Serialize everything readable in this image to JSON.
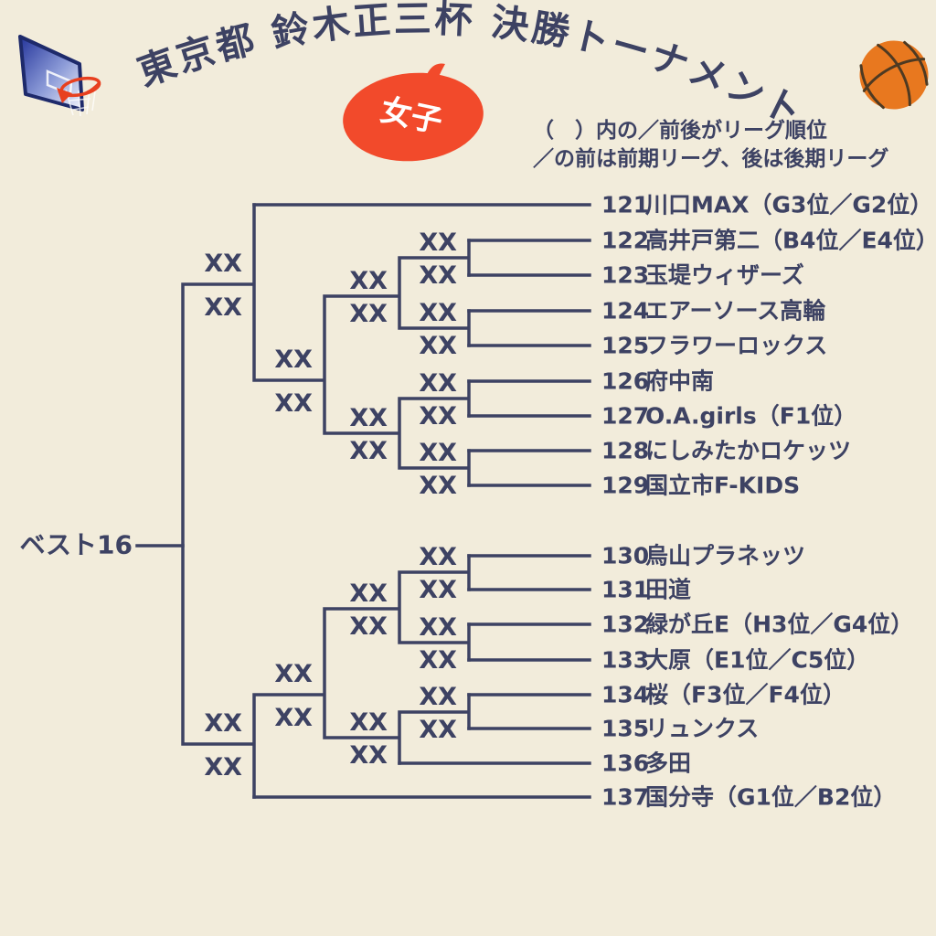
{
  "header": {
    "title": "東京都 鈴木正三杯 決勝トーナメント",
    "badge": "女子",
    "note_line1": "（　）内の／前後がリーグ順位",
    "note_line2": "／の前は前期リーグ、後は後期リーグ"
  },
  "icons": {
    "top_left": "basketball-hoop",
    "top_right": "basketball"
  },
  "colors": {
    "background": "#f2ecdb",
    "ink": "#3d4263",
    "badge_red": "#f24a2b",
    "rim_red": "#e8401f",
    "ball_orange": "#e8781f",
    "ball_seam": "#4e3a22",
    "board_blue": "#25359b"
  },
  "bracket": {
    "round_label": "ベスト16",
    "teams": [
      {
        "num": "121",
        "name": "川口MAX（G3位／G2位）"
      },
      {
        "num": "122",
        "name": "高井戸第二（B4位／E4位）"
      },
      {
        "num": "123",
        "name": "玉堤ウィザーズ"
      },
      {
        "num": "124",
        "name": "エアーソース高輪"
      },
      {
        "num": "125",
        "name": "フラワーロックス"
      },
      {
        "num": "126",
        "name": "府中南"
      },
      {
        "num": "127",
        "name": "O.A.girls（F1位）"
      },
      {
        "num": "128",
        "name": "にしみたかロケッツ"
      },
      {
        "num": "129",
        "name": "国立市F-KIDS"
      },
      {
        "num": "130",
        "name": "烏山プラネッツ"
      },
      {
        "num": "131",
        "name": "田道"
      },
      {
        "num": "132",
        "name": "緑が丘E（H3位／G4位）"
      },
      {
        "num": "133",
        "name": "大原（E1位／C5位）"
      },
      {
        "num": "134",
        "name": "桜（F3位／F4位）"
      },
      {
        "num": "135",
        "name": "リュンクス"
      },
      {
        "num": "136",
        "name": "多田"
      },
      {
        "num": "137",
        "name": "国分寺（G1位／B2位）"
      }
    ],
    "matches": [
      {
        "id": "m1",
        "top_score": "XX",
        "bottom_score": "XX"
      },
      {
        "id": "m2",
        "top_score": "XX",
        "bottom_score": "XX"
      },
      {
        "id": "m3",
        "top_score": "XX",
        "bottom_score": "XX"
      },
      {
        "id": "m4",
        "top_score": "XX",
        "bottom_score": "XX"
      },
      {
        "id": "m5",
        "top_score": "XX",
        "bottom_score": "XX"
      },
      {
        "id": "m6",
        "top_score": "XX",
        "bottom_score": "XX"
      },
      {
        "id": "m7",
        "top_score": "XX",
        "bottom_score": "XX"
      },
      {
        "id": "m8",
        "top_score": "XX",
        "bottom_score": "XX"
      },
      {
        "id": "m9",
        "top_score": "XX",
        "bottom_score": "XX"
      },
      {
        "id": "m10",
        "top_score": "XX",
        "bottom_score": "XX"
      },
      {
        "id": "m11",
        "top_score": "XX",
        "bottom_score": "XX"
      },
      {
        "id": "m12",
        "top_score": "XX",
        "bottom_score": "XX"
      },
      {
        "id": "m13",
        "top_score": "XX",
        "bottom_score": "XX"
      },
      {
        "id": "m14",
        "top_score": "XX",
        "bottom_score": "XX"
      },
      {
        "id": "m15",
        "top_score": "XX",
        "bottom_score": "XX"
      }
    ]
  }
}
